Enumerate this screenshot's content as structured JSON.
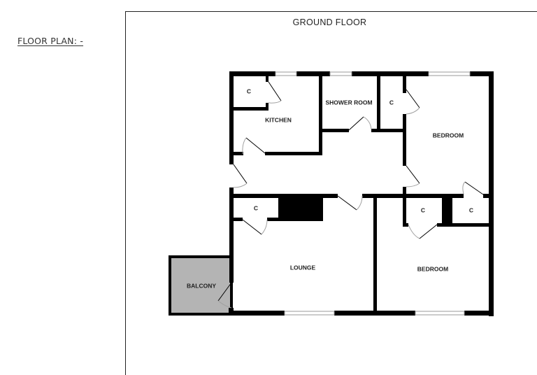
{
  "page": {
    "heading": "FLOOR PLAN: -"
  },
  "plan": {
    "floor_title": "GROUND FLOOR",
    "colors": {
      "wall": "#000000",
      "balcony_fill": "#b4b4b4",
      "window": "#9a9a9a",
      "door_arc": "#a0a0a0"
    },
    "rooms": {
      "kitchen": "KITCHEN",
      "kitchen_cupboard": "C",
      "shower_room": "SHOWER ROOM",
      "bedroom1_cupboard": "C",
      "bedroom1": "BEDROOM",
      "lounge_cupboard": "C",
      "lounge": "LOUNGE",
      "bedroom2_cupboard_left": "C",
      "bedroom2_cupboard_right": "C",
      "bedroom2": "BEDROOM",
      "balcony": "BALCONY"
    }
  }
}
